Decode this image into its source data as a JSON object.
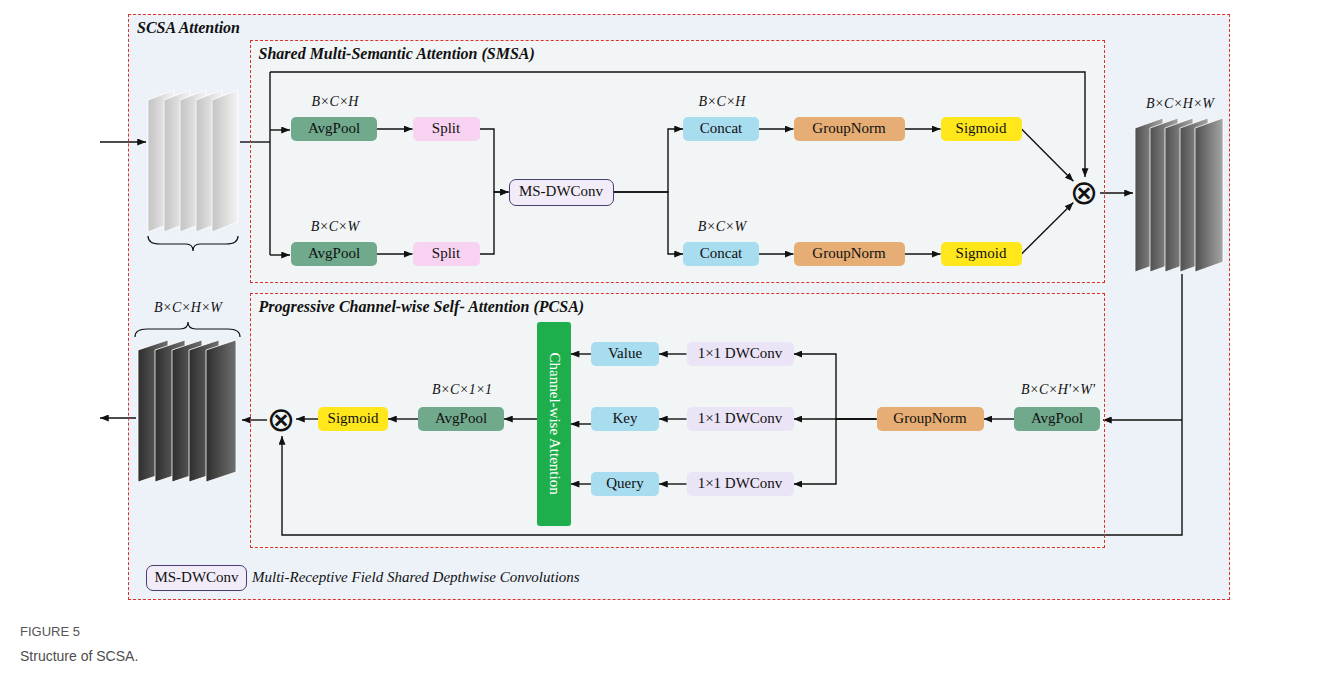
{
  "diagram": {
    "caption": "Structure of SCSA.",
    "nodes": [
      {
        "text": [
          "SCSA Attention"
        ]
      },
      {
        "text": [
          "Shared Multi-Semantic Attention (SMSA)"
        ],
        "in": 0
      },
      {
        "text": [
          "AvgPool"
        ],
        "in": 1
      },
      {
        "text": [
          "Split"
        ],
        "in": 1
      },
      {
        "text": [
          "AvgPool"
        ],
        "in": 1
      },
      {
        "text": [
          "Split"
        ],
        "in": 1
      },
      {
        "text": [
          "MS-DWConv"
        ],
        "in": 1
      },
      {
        "text": [
          "Concat"
        ],
        "in": 1
      },
      {
        "text": [
          "GroupNorm"
        ],
        "in": 1
      },
      {
        "text": [
          "Sigmoid"
        ],
        "in": 1
      },
      {
        "text": [
          "Concat"
        ],
        "in": 1
      },
      {
        "text": [
          "GroupNorm"
        ],
        "in": 1
      },
      {
        "text": [
          "Sigmoid"
        ],
        "in": 1
      },
      {
        "text": [
          "⊗"
        ],
        "in": 1
      },
      {
        "text": [
          "Progressive Channel-wise Self- Attention (PCSA)"
        ],
        "in": 0
      },
      {
        "text": [
          "⊗"
        ],
        "in": 14
      },
      {
        "text": [
          "Sigmoid"
        ],
        "in": 14
      },
      {
        "text": [
          "AvgPool"
        ],
        "in": 14
      },
      {
        "text": [
          "Channel-wise Attention"
        ],
        "in": 14
      },
      {
        "text": [
          "Value"
        ],
        "in": 14
      },
      {
        "text": [
          "Key"
        ],
        "in": 14
      },
      {
        "text": [
          "Query"
        ],
        "in": 14
      },
      {
        "text": [
          "1×1 DWConv"
        ],
        "in": 14
      },
      {
        "text": [
          "1×1 DWConv"
        ],
        "in": 14
      },
      {
        "text": [
          "1×1 DWConv"
        ],
        "in": 14
      },
      {
        "text": [
          "GroupNorm"
        ],
        "in": 14
      },
      {
        "text": [
          "AvgPool"
        ],
        "in": 14
      },
      {
        "text": [
          "MS-DWConv"
        ],
        "in": 0
      }
    ],
    "edges": [
      {
        "from": 2,
        "to": 3,
        "arrow": "to"
      },
      {
        "from": 4,
        "to": 5,
        "arrow": "to"
      },
      {
        "from": 3,
        "to": 6,
        "arrow": "to"
      },
      {
        "from": 5,
        "to": 6,
        "arrow": "to"
      },
      {
        "from": 6,
        "to": 7,
        "arrow": "to"
      },
      {
        "from": 6,
        "to": 10,
        "arrow": "to"
      },
      {
        "from": 7,
        "to": 8,
        "arrow": "to"
      },
      {
        "from": 8,
        "to": 9,
        "arrow": "to"
      },
      {
        "from": 10,
        "to": 11,
        "arrow": "to"
      },
      {
        "from": 11,
        "to": 12,
        "arrow": "to"
      },
      {
        "from": 9,
        "to": 13,
        "arrow": "to"
      },
      {
        "from": 12,
        "to": 13,
        "arrow": "to"
      },
      {
        "from": 26,
        "to": 25,
        "arrow": "to"
      },
      {
        "from": 25,
        "to": 22,
        "arrow": "to"
      },
      {
        "from": 25,
        "to": 23,
        "arrow": "to"
      },
      {
        "from": 25,
        "to": 24,
        "arrow": "to"
      },
      {
        "from": 22,
        "to": 19,
        "arrow": "to"
      },
      {
        "from": 23,
        "to": 20,
        "arrow": "to"
      },
      {
        "from": 24,
        "to": 21,
        "arrow": "to"
      },
      {
        "from": 19,
        "to": 18,
        "arrow": "to"
      },
      {
        "from": 20,
        "to": 18,
        "arrow": "to"
      },
      {
        "from": 21,
        "to": 18,
        "arrow": "to"
      },
      {
        "from": 18,
        "to": 17,
        "arrow": "to"
      },
      {
        "from": 17,
        "to": 16,
        "arrow": "to"
      },
      {
        "from": 16,
        "to": 15,
        "arrow": "to"
      }
    ],
    "labels": [
      "B×C×H",
      "B×C×W",
      "B×C×H",
      "B×C×W",
      "B×C×H×W",
      "B×C×H×W",
      "B×C×H'×W'",
      "B×C×1×1",
      "Multi-Receptive Field Shared Depthwise Convolutions",
      "FIGURE 5"
    ]
  }
}
